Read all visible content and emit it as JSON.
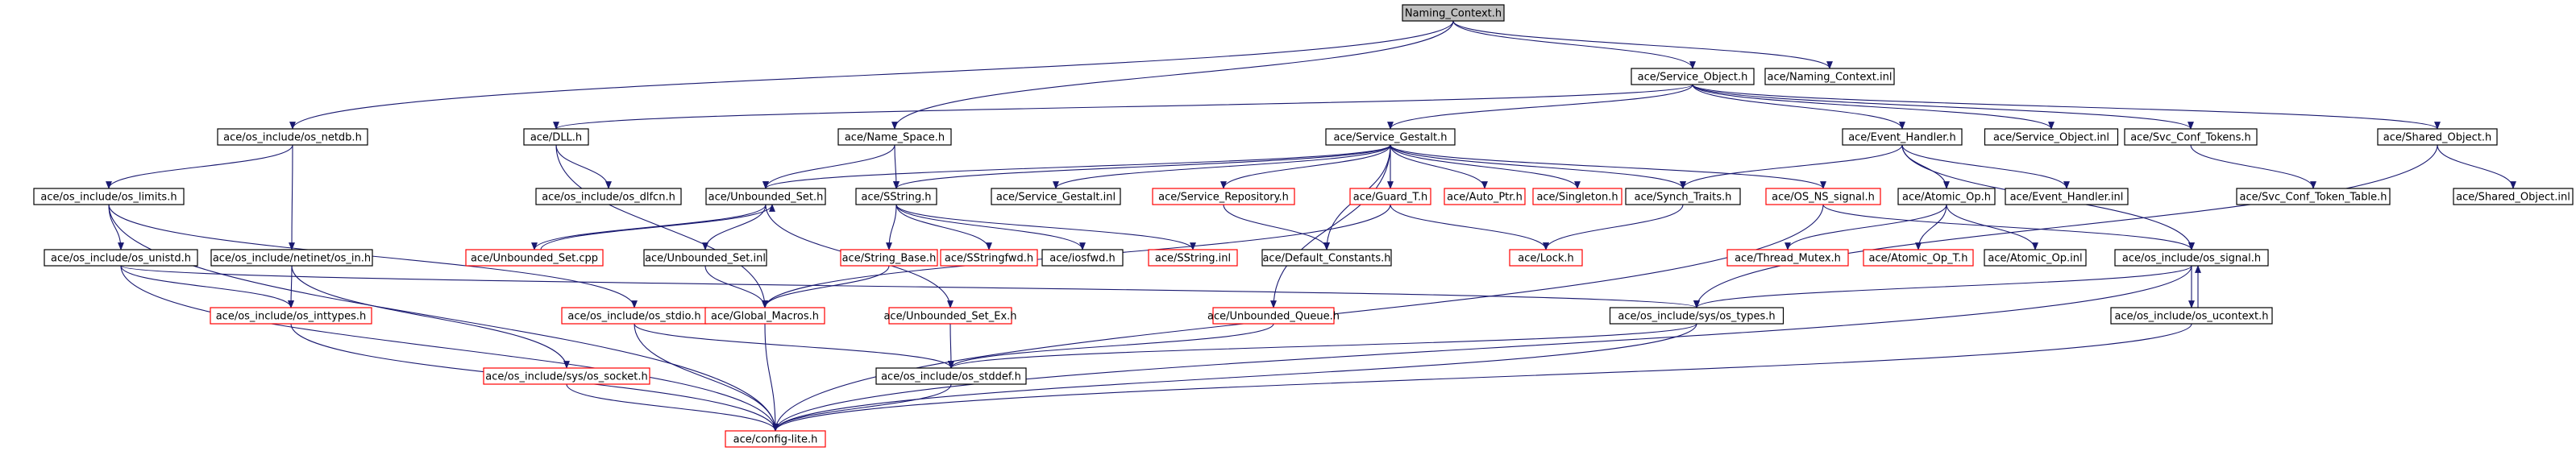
{
  "colors": {
    "edge": "#191970",
    "border_normal": "#000000",
    "border_undocumented": "#ff0000",
    "root_fill": "#bfbfbf",
    "node_fill": "#ffffff",
    "text": "#000000"
  },
  "nodes": [
    {
      "id": "n_root",
      "label": "Naming_Context.h",
      "style": "root"
    },
    {
      "id": "n_svcobj",
      "label": "ace/Service_Object.h",
      "style": "normal"
    },
    {
      "id": "n_nctxinl",
      "label": "ace/Naming_Context.inl",
      "style": "normal"
    },
    {
      "id": "n_netdb",
      "label": "ace/os_include/os_netdb.h",
      "style": "normal"
    },
    {
      "id": "n_dll",
      "label": "ace/DLL.h",
      "style": "normal"
    },
    {
      "id": "n_namesp",
      "label": "ace/Name_Space.h",
      "style": "normal"
    },
    {
      "id": "n_gestalt",
      "label": "ace/Service_Gestalt.h",
      "style": "normal"
    },
    {
      "id": "n_evh",
      "label": "ace/Event_Handler.h",
      "style": "normal"
    },
    {
      "id": "n_svcobjinl",
      "label": "ace/Service_Object.inl",
      "style": "normal"
    },
    {
      "id": "n_svcconf",
      "label": "ace/Svc_Conf_Tokens.h",
      "style": "normal"
    },
    {
      "id": "n_sharedobj",
      "label": "ace/Shared_Object.h",
      "style": "normal"
    },
    {
      "id": "n_limits",
      "label": "ace/os_include/os_limits.h",
      "style": "normal"
    },
    {
      "id": "n_dlfcn",
      "label": "ace/os_include/os_dlfcn.h",
      "style": "normal"
    },
    {
      "id": "n_unbset",
      "label": "ace/Unbounded_Set.h",
      "style": "normal"
    },
    {
      "id": "n_sstring",
      "label": "ace/SString.h",
      "style": "normal"
    },
    {
      "id": "n_gestaltinl",
      "label": "ace/Service_Gestalt.inl",
      "style": "normal"
    },
    {
      "id": "n_svcrepo",
      "label": "ace/Service_Repository.h",
      "style": "undoc"
    },
    {
      "id": "n_guard",
      "label": "ace/Guard_T.h",
      "style": "undoc"
    },
    {
      "id": "n_autoptr",
      "label": "ace/Auto_Ptr.h",
      "style": "undoc"
    },
    {
      "id": "n_singleton",
      "label": "ace/Singleton.h",
      "style": "undoc"
    },
    {
      "id": "n_synch",
      "label": "ace/Synch_Traits.h",
      "style": "normal"
    },
    {
      "id": "n_nssignal",
      "label": "ace/OS_NS_signal.h",
      "style": "undoc"
    },
    {
      "id": "n_atomic",
      "label": "ace/Atomic_Op.h",
      "style": "normal"
    },
    {
      "id": "n_evhinl",
      "label": "ace/Event_Handler.inl",
      "style": "normal"
    },
    {
      "id": "n_svctable",
      "label": "ace/Svc_Conf_Token_Table.h",
      "style": "normal"
    },
    {
      "id": "n_sharedinl",
      "label": "ace/Shared_Object.inl",
      "style": "normal"
    },
    {
      "id": "n_unistd",
      "label": "ace/os_include/os_unistd.h",
      "style": "normal"
    },
    {
      "id": "n_osin",
      "label": "ace/os_include/netinet/os_in.h",
      "style": "normal"
    },
    {
      "id": "n_unbsetcpp",
      "label": "ace/Unbounded_Set.cpp",
      "style": "undoc"
    },
    {
      "id": "n_unbsetinl",
      "label": "ace/Unbounded_Set.inl",
      "style": "normal"
    },
    {
      "id": "n_strbase",
      "label": "ace/String_Base.h",
      "style": "undoc"
    },
    {
      "id": "n_sstringfwd",
      "label": "ace/SStringfwd.h",
      "style": "undoc"
    },
    {
      "id": "n_iosfwd",
      "label": "ace/iosfwd.h",
      "style": "normal"
    },
    {
      "id": "n_sstringinl",
      "label": "ace/SString.inl",
      "style": "undoc"
    },
    {
      "id": "n_defconst",
      "label": "ace/Default_Constants.h",
      "style": "normal"
    },
    {
      "id": "n_lock",
      "label": "ace/Lock.h",
      "style": "undoc"
    },
    {
      "id": "n_thrmutex",
      "label": "ace/Thread_Mutex.h",
      "style": "undoc"
    },
    {
      "id": "n_atomicT",
      "label": "ace/Atomic_Op_T.h",
      "style": "undoc"
    },
    {
      "id": "n_atomicinl",
      "label": "ace/Atomic_Op.inl",
      "style": "normal"
    },
    {
      "id": "n_ossignal",
      "label": "ace/os_include/os_signal.h",
      "style": "normal"
    },
    {
      "id": "n_inttypes",
      "label": "ace/os_include/os_inttypes.h",
      "style": "undoc"
    },
    {
      "id": "n_stdio",
      "label": "ace/os_include/os_stdio.h",
      "style": "undoc"
    },
    {
      "id": "n_globmac",
      "label": "ace/Global_Macros.h",
      "style": "undoc"
    },
    {
      "id": "n_unbsetex",
      "label": "ace/Unbounded_Set_Ex.h",
      "style": "undoc"
    },
    {
      "id": "n_unbqueue",
      "label": "ace/Unbounded_Queue.h",
      "style": "undoc"
    },
    {
      "id": "n_systypes",
      "label": "ace/os_include/sys/os_types.h",
      "style": "normal"
    },
    {
      "id": "n_ucontext",
      "label": "ace/os_include/os_ucontext.h",
      "style": "normal"
    },
    {
      "id": "n_syssocket",
      "label": "ace/os_include/sys/os_socket.h",
      "style": "undoc"
    },
    {
      "id": "n_stddef",
      "label": "ace/os_include/os_stddef.h",
      "style": "normal"
    },
    {
      "id": "n_configlite",
      "label": "ace/config-lite.h",
      "style": "undoc"
    }
  ],
  "edges": [
    [
      "n_root",
      "n_svcobj"
    ],
    [
      "n_root",
      "n_nctxinl"
    ],
    [
      "n_root",
      "n_netdb"
    ],
    [
      "n_root",
      "n_namesp"
    ],
    [
      "n_svcobj",
      "n_dll"
    ],
    [
      "n_svcobj",
      "n_gestalt"
    ],
    [
      "n_svcobj",
      "n_evh"
    ],
    [
      "n_svcobj",
      "n_svcobjinl"
    ],
    [
      "n_svcobj",
      "n_svcconf"
    ],
    [
      "n_svcobj",
      "n_sharedobj"
    ],
    [
      "n_netdb",
      "n_limits"
    ],
    [
      "n_netdb",
      "n_osin"
    ],
    [
      "n_dll",
      "n_dlfcn"
    ],
    [
      "n_dll",
      "n_globmac"
    ],
    [
      "n_namesp",
      "n_unbset"
    ],
    [
      "n_namesp",
      "n_sstring"
    ],
    [
      "n_gestalt",
      "n_unbset"
    ],
    [
      "n_gestalt",
      "n_sstring"
    ],
    [
      "n_gestalt",
      "n_gestaltinl"
    ],
    [
      "n_gestalt",
      "n_svcrepo"
    ],
    [
      "n_gestalt",
      "n_guard"
    ],
    [
      "n_gestalt",
      "n_autoptr"
    ],
    [
      "n_gestalt",
      "n_singleton"
    ],
    [
      "n_gestalt",
      "n_synch"
    ],
    [
      "n_gestalt",
      "n_nssignal"
    ],
    [
      "n_gestalt",
      "n_defconst"
    ],
    [
      "n_gestalt",
      "n_unbqueue"
    ],
    [
      "n_evh",
      "n_atomic"
    ],
    [
      "n_evh",
      "n_evhinl"
    ],
    [
      "n_evh",
      "n_synch"
    ],
    [
      "n_evh",
      "n_ossignal"
    ],
    [
      "n_svcconf",
      "n_svctable"
    ],
    [
      "n_sharedobj",
      "n_sharedinl"
    ],
    [
      "n_sharedobj",
      "n_systypes"
    ],
    [
      "n_limits",
      "n_unistd"
    ],
    [
      "n_limits",
      "n_stdio"
    ],
    [
      "n_limits",
      "n_configlite"
    ],
    [
      "n_unbset",
      "n_unbsetcpp"
    ],
    [
      "n_unbsetcpp",
      "n_unbset"
    ],
    [
      "n_unbset",
      "n_unbsetinl"
    ],
    [
      "n_unbset",
      "n_unbsetex"
    ],
    [
      "n_sstring",
      "n_strbase"
    ],
    [
      "n_sstring",
      "n_sstringfwd"
    ],
    [
      "n_sstring",
      "n_iosfwd"
    ],
    [
      "n_sstring",
      "n_sstringinl"
    ],
    [
      "n_svcrepo",
      "n_defconst"
    ],
    [
      "n_guard",
      "n_lock"
    ],
    [
      "n_guard",
      "n_globmac"
    ],
    [
      "n_synch",
      "n_lock"
    ],
    [
      "n_nssignal",
      "n_ossignal"
    ],
    [
      "n_nssignal",
      "n_configlite"
    ],
    [
      "n_atomic",
      "n_thrmutex"
    ],
    [
      "n_atomic",
      "n_atomicT"
    ],
    [
      "n_atomic",
      "n_atomicinl"
    ],
    [
      "n_unistd",
      "n_inttypes"
    ],
    [
      "n_unistd",
      "n_systypes"
    ],
    [
      "n_unistd",
      "n_configlite"
    ],
    [
      "n_osin",
      "n_inttypes"
    ],
    [
      "n_osin",
      "n_syssocket"
    ],
    [
      "n_unbsetinl",
      "n_globmac"
    ],
    [
      "n_strbase",
      "n_globmac"
    ],
    [
      "n_ossignal",
      "n_systypes"
    ],
    [
      "n_ossignal",
      "n_ucontext"
    ],
    [
      "n_ucontext",
      "n_ossignal"
    ],
    [
      "n_ossignal",
      "n_configlite"
    ],
    [
      "n_inttypes",
      "n_configlite"
    ],
    [
      "n_stdio",
      "n_stddef"
    ],
    [
      "n_stdio",
      "n_configlite"
    ],
    [
      "n_globmac",
      "n_configlite"
    ],
    [
      "n_unbsetex",
      "n_stddef"
    ],
    [
      "n_unbqueue",
      "n_stddef"
    ],
    [
      "n_systypes",
      "n_stddef"
    ],
    [
      "n_systypes",
      "n_configlite"
    ],
    [
      "n_ucontext",
      "n_configlite"
    ],
    [
      "n_syssocket",
      "n_configlite"
    ],
    [
      "n_stddef",
      "n_configlite"
    ]
  ]
}
